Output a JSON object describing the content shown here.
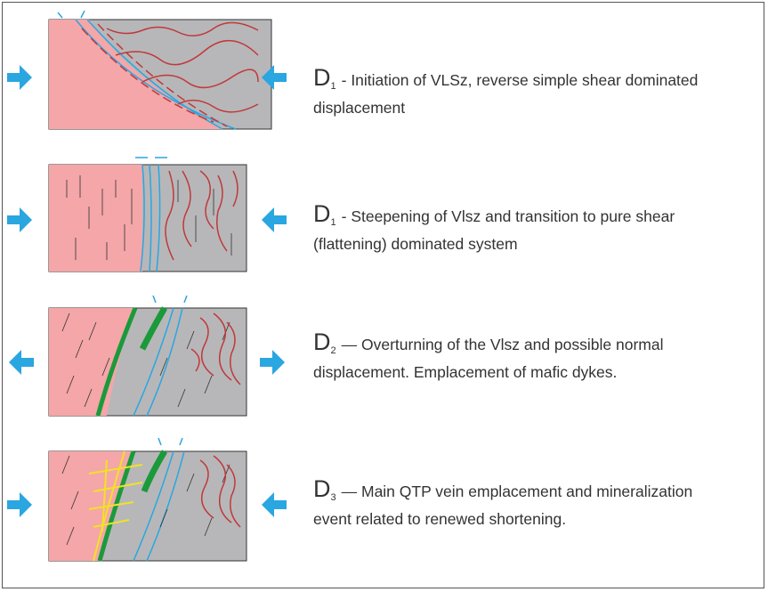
{
  "stages": [
    {
      "label": "D",
      "sub": "1",
      "text": "- Initiation of VLSz, reverse simple shear dominated displacement",
      "arrows": "inward"
    },
    {
      "label": "D",
      "sub": "1",
      "text": "- Steepening of Vlsz and transition to pure shear (flattening) dominated system",
      "arrows": "inward"
    },
    {
      "label": "D",
      "sub": "2",
      "text": "— Overturning of the Vlsz and possible normal displacement. Emplacement of mafic dykes.",
      "arrows": "outward"
    },
    {
      "label": "D",
      "sub": "3",
      "text": "— Main QTP vein emplacement and mineralization event related to renewed shortening.",
      "arrows": "inward"
    }
  ],
  "colors": {
    "pink": "#f4a6a8",
    "gray": "#b7b7b9",
    "red": "#c0393b",
    "blue": "#2aa6e0",
    "green": "#1a9a3a",
    "yellow": "#f2e225"
  }
}
